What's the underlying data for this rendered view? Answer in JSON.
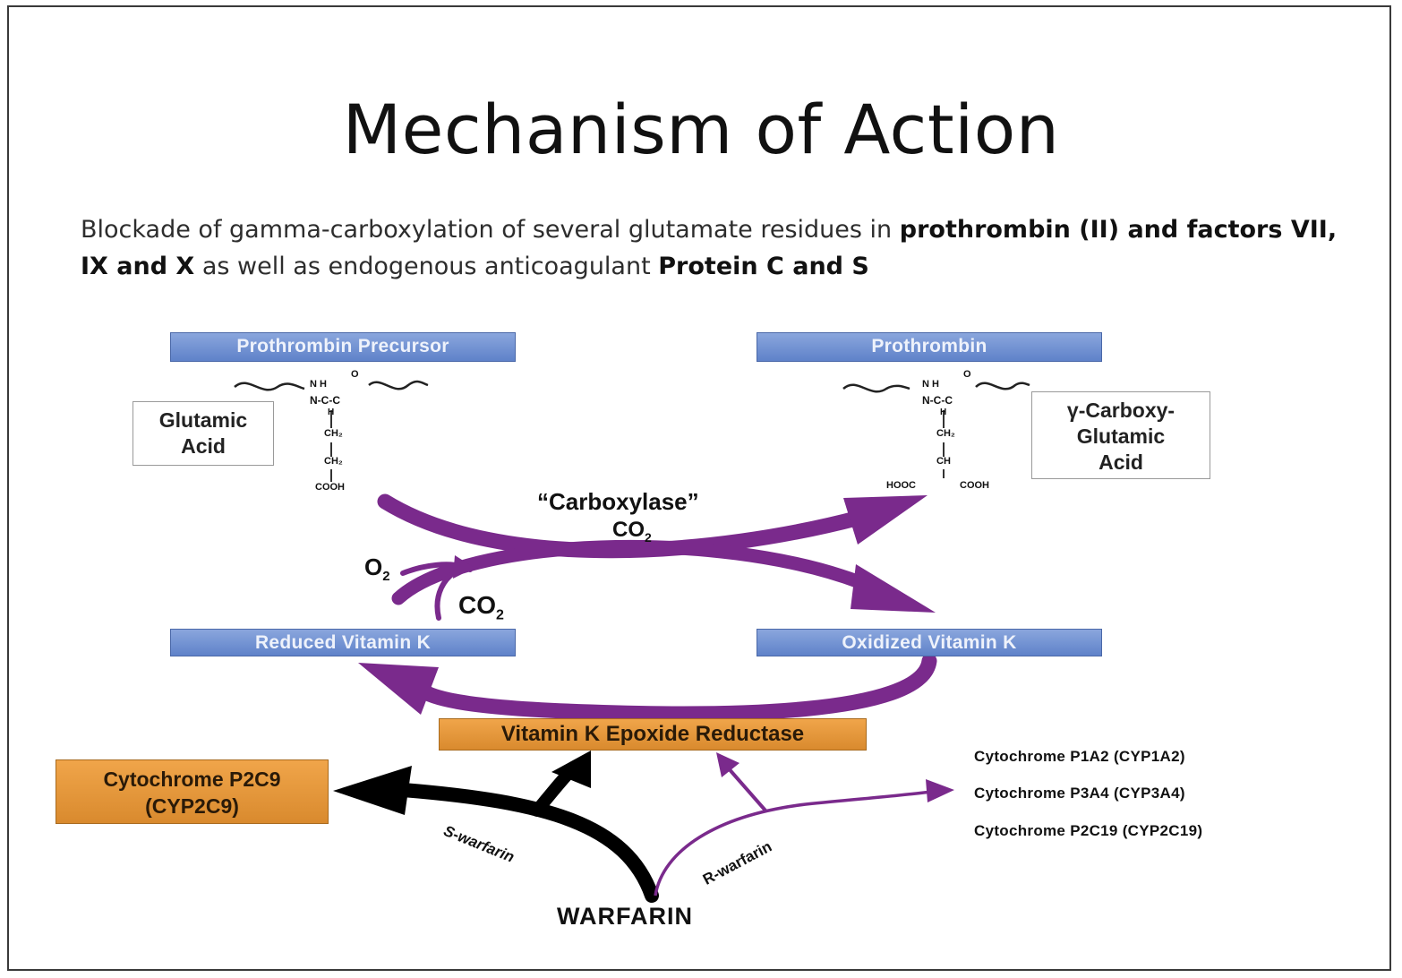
{
  "title": "Mechanism of Action",
  "subtitle": {
    "part1": "Blockade of gamma-carboxylation of several glutamate residues in ",
    "bold1": "prothrombin (II) and factors VII, IX and X",
    "part2": " as well as endogenous anticoagulant ",
    "bold2": "Protein C and S"
  },
  "boxes": {
    "prothrombin_precursor": "Prothrombin Precursor",
    "prothrombin": "Prothrombin",
    "reduced_vitamin_k": "Reduced Vitamin K",
    "oxidized_vitamin_k": "Oxidized Vitamin K",
    "glutamic_acid": [
      "Glutamic",
      "Acid"
    ],
    "carboxy_glutamic_acid": [
      "γ-Carboxy-",
      "Glutamic",
      "Acid"
    ],
    "epoxide_reductase": "Vitamin K Epoxide Reductase",
    "cyp2c9": [
      "Cytochrome P2C9",
      "(CYP2C9)"
    ]
  },
  "labels": {
    "carboxylase": "“Carboxylase”",
    "co2": "CO",
    "o2": "O",
    "subscript_2": "2",
    "s_warfarin": "S-warfarin",
    "r_warfarin": "R-warfarin",
    "warfarin": "WARFARIN"
  },
  "chem": {
    "nh": "N H",
    "n_c_c": "N-C-C",
    "h": "H",
    "o": "O",
    "ch2": "CH₂",
    "ch": "CH",
    "cooh": "COOH",
    "hooc": "HOOC"
  },
  "cytochromes": [
    "Cytochrome P1A2 (CYP1A2)",
    "Cytochrome P3A4 (CYP3A4)",
    "Cytochrome P2C19 (CYP2C19)"
  ],
  "colors": {
    "purple": "#7a2a8c",
    "black": "#000000",
    "blue_box": "#6f8fd0",
    "orange_box": "#e3953a"
  }
}
